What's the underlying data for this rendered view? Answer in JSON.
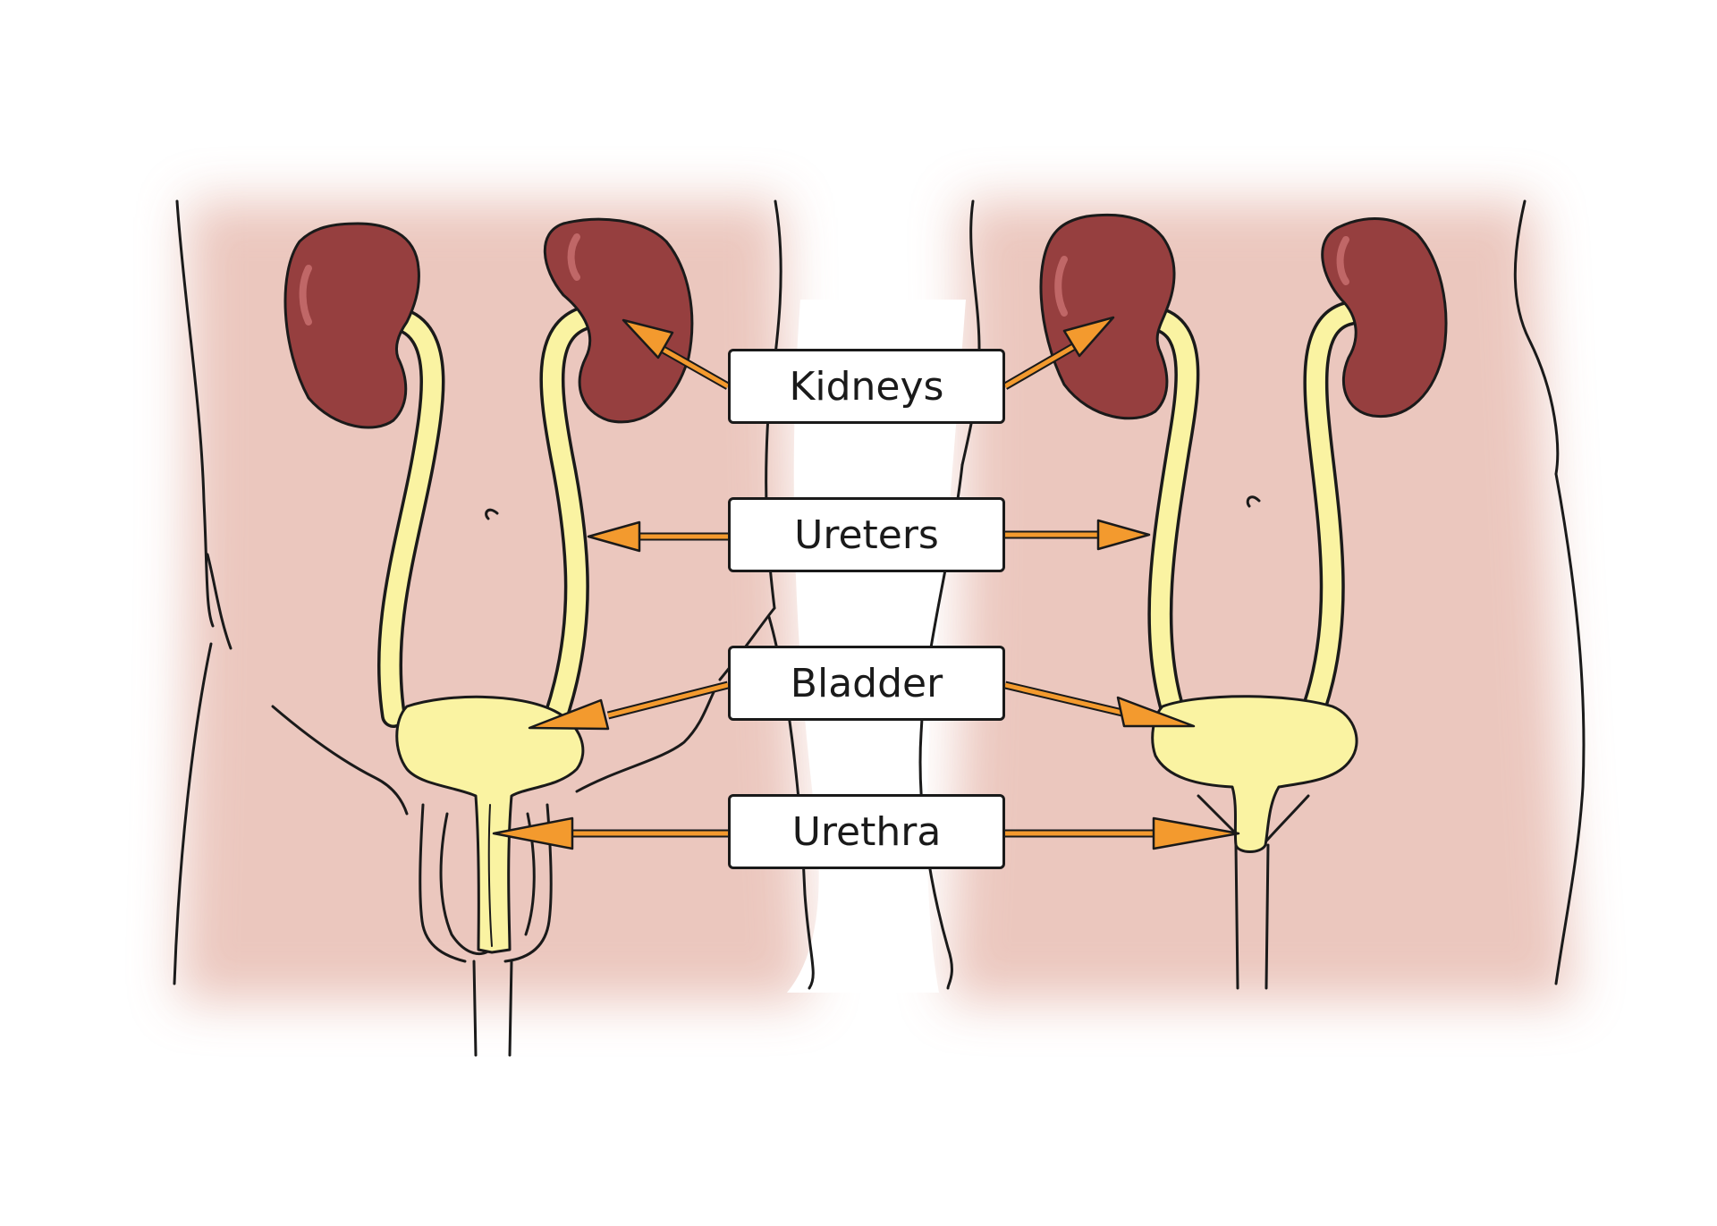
{
  "labels": {
    "kidneys": "Kidneys",
    "ureters": "Ureters",
    "bladder": "Bladder",
    "urethra": "Urethra"
  },
  "colors": {
    "skin": "#e9c1b7",
    "kidney": "#963f3f",
    "urine_tract": "#faf3a2",
    "arrow": "#f39a2e",
    "outline": "#1a1a1a"
  }
}
